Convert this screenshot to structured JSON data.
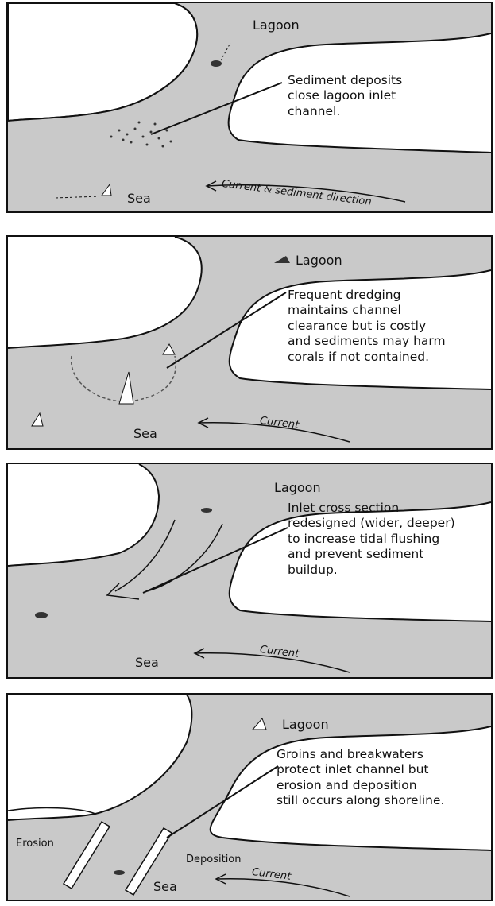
{
  "panels": [
    {
      "lagoon": "Lagoon",
      "sea": "Sea",
      "current": "Current & sediment direction",
      "caption": "Sediment deposits\nclose lagoon inlet\nchannel."
    },
    {
      "lagoon": "Lagoon",
      "sea": "Sea",
      "current": "Current",
      "caption": "Frequent dredging\nmaintains channel\nclearance but is costly\nand sediments may harm\ncorals if not contained."
    },
    {
      "lagoon": "Lagoon",
      "sea": "Sea",
      "current": "Current",
      "caption": "Inlet cross section\nredesigned (wider, deeper)\nto increase tidal flushing\nand prevent sediment\nbuildup."
    },
    {
      "lagoon": "Lagoon",
      "sea": "Sea",
      "current": "Current",
      "erosion": "Erosion",
      "deposition": "Deposition",
      "caption": "Groins and breakwaters\nprotect inlet channel but\nerosion and deposition\nstill occurs along shoreline."
    }
  ],
  "colors": {
    "water": "#c9c9c9",
    "land": "#ffffff",
    "ink": "#111111"
  }
}
